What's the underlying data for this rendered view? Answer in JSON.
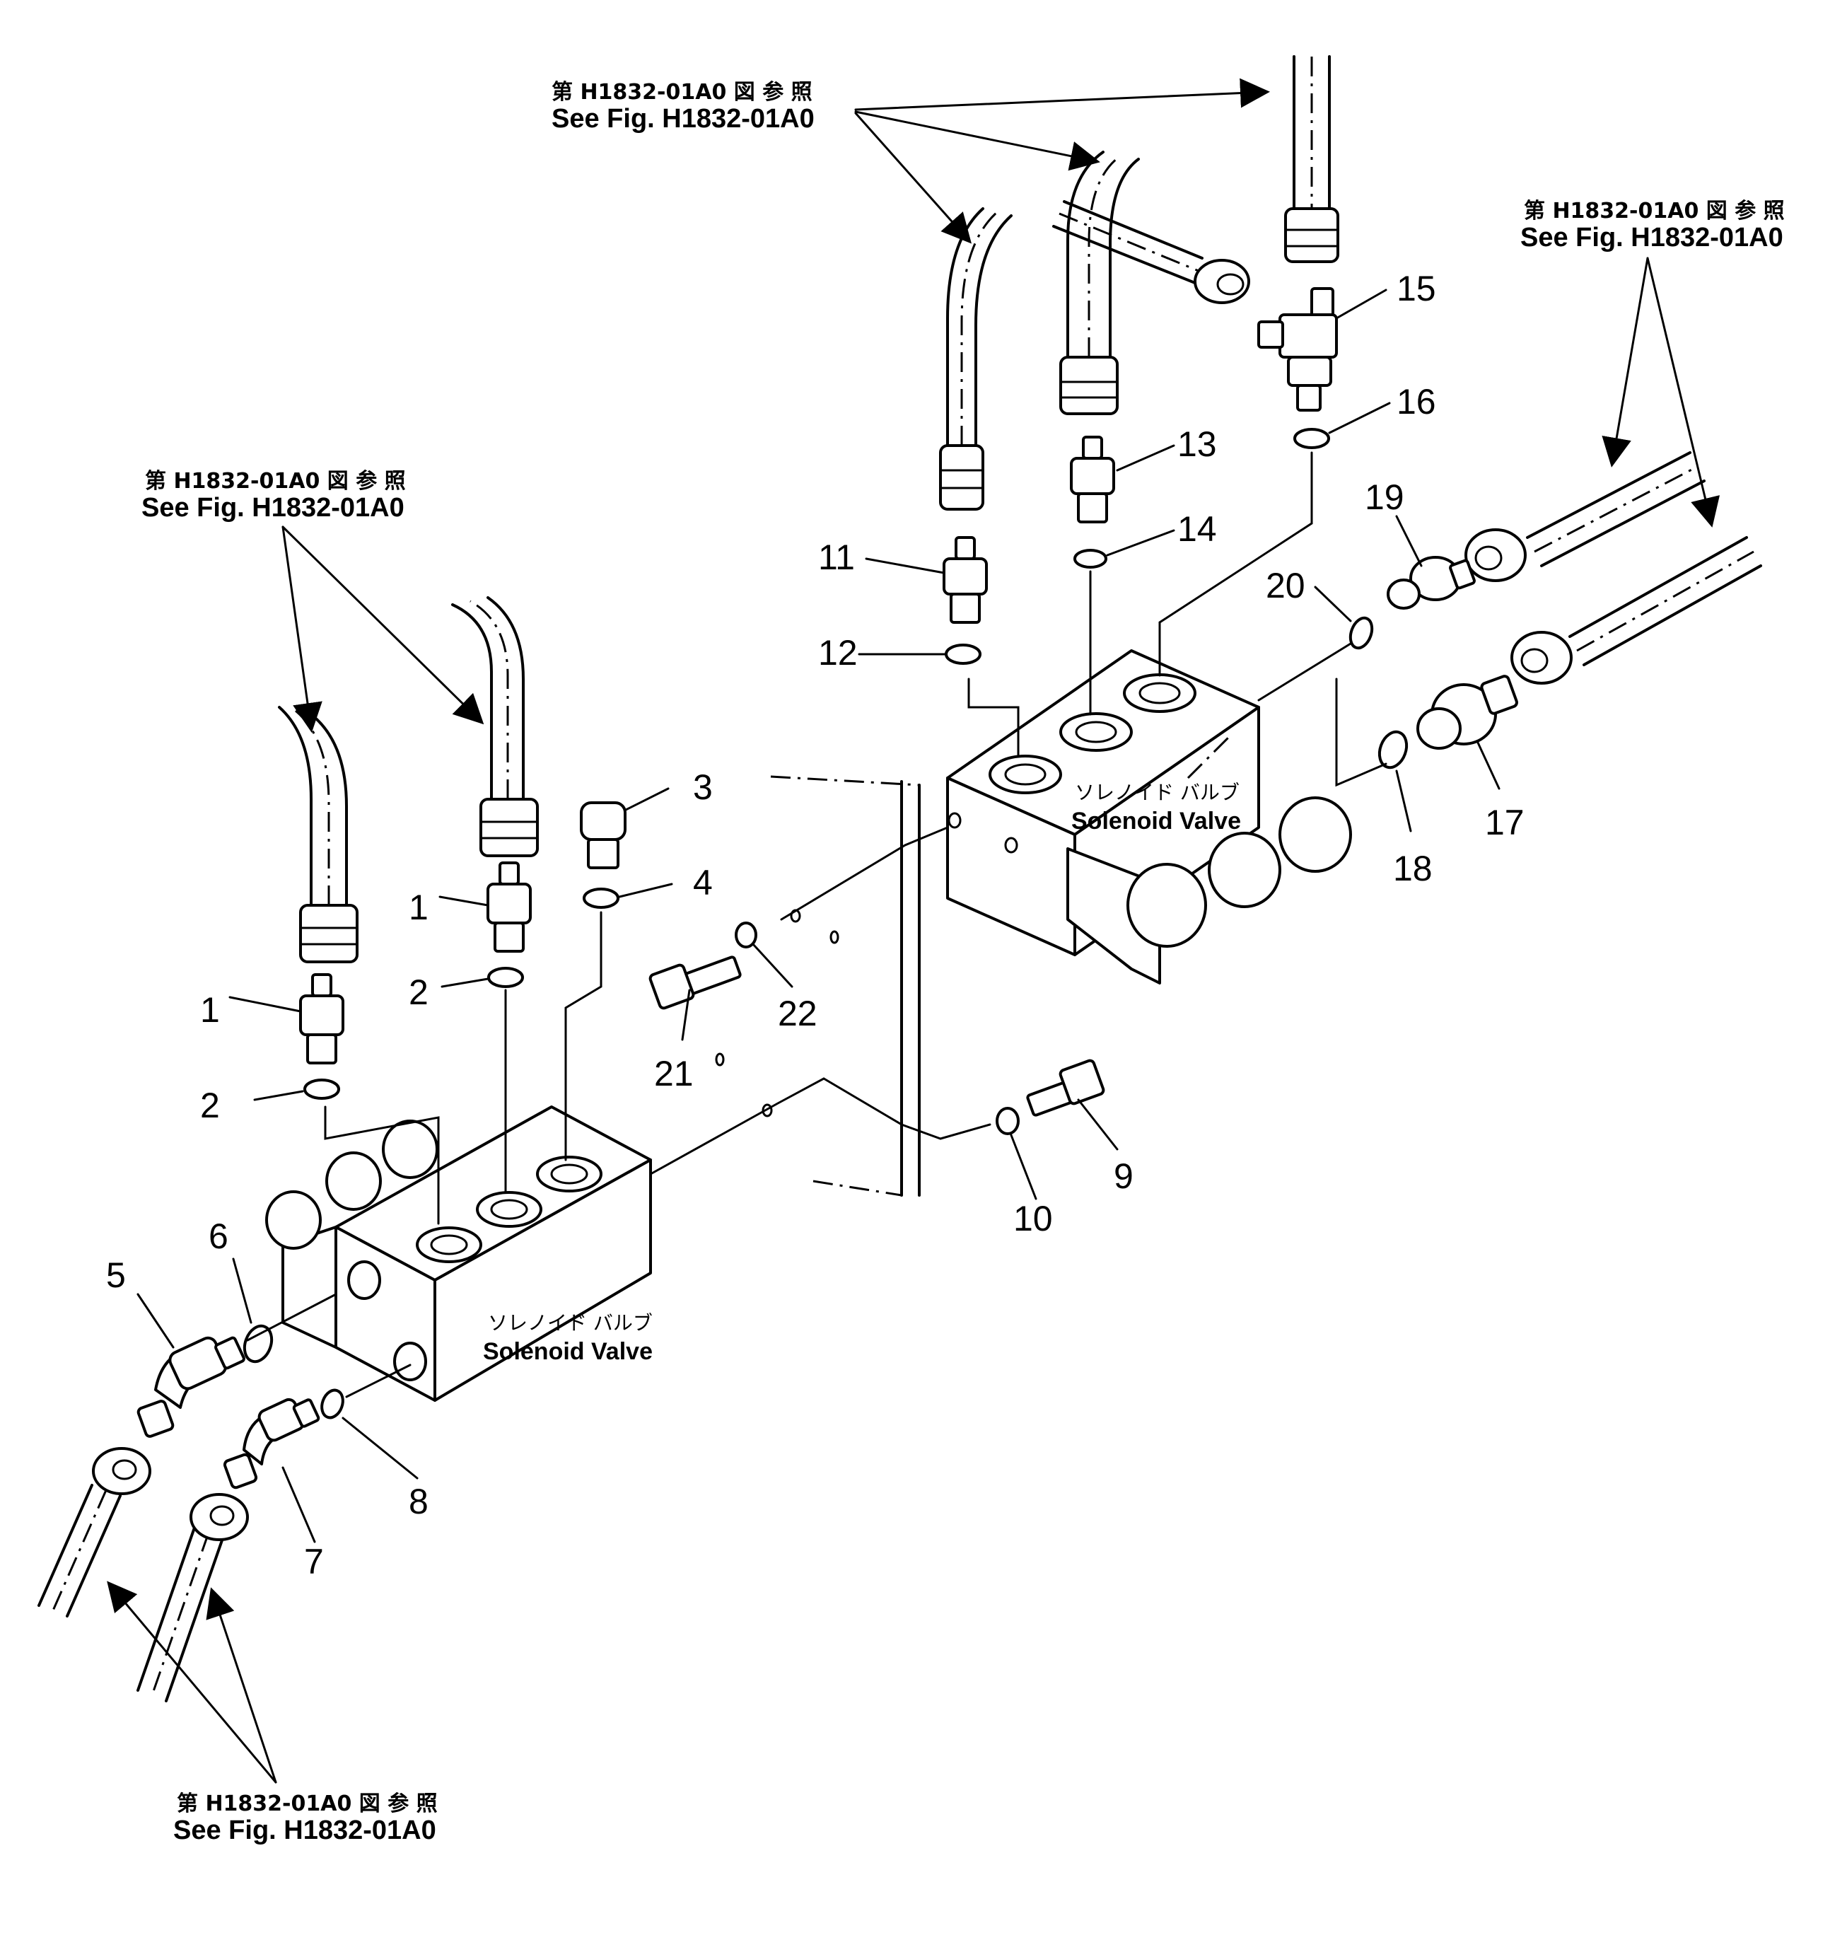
{
  "references": [
    {
      "jp": "第 H1832-01A0 図 参 照",
      "en": "See Fig. H1832-01A0"
    },
    {
      "jp": "第 H1832-01A0 図 参 照",
      "en": "See Fig. H1832-01A0"
    },
    {
      "jp": "第 H1832-01A0 図 参 照",
      "en": "See Fig. H1832-01A0"
    },
    {
      "jp": "第 H1832-01A0 図 参 照",
      "en": "See Fig. H1832-01A0"
    }
  ],
  "valves": [
    {
      "jp": "ソレノイド バルブ",
      "en": "Solenoid Valve"
    },
    {
      "jp": "ソレノイド バルブ",
      "en": "Solenoid Valve"
    }
  ],
  "callouts": [
    "1",
    "1",
    "2",
    "2",
    "3",
    "4",
    "5",
    "6",
    "7",
    "8",
    "9",
    "10",
    "11",
    "12",
    "13",
    "14",
    "15",
    "16",
    "17",
    "18",
    "19",
    "20",
    "21",
    "22"
  ]
}
